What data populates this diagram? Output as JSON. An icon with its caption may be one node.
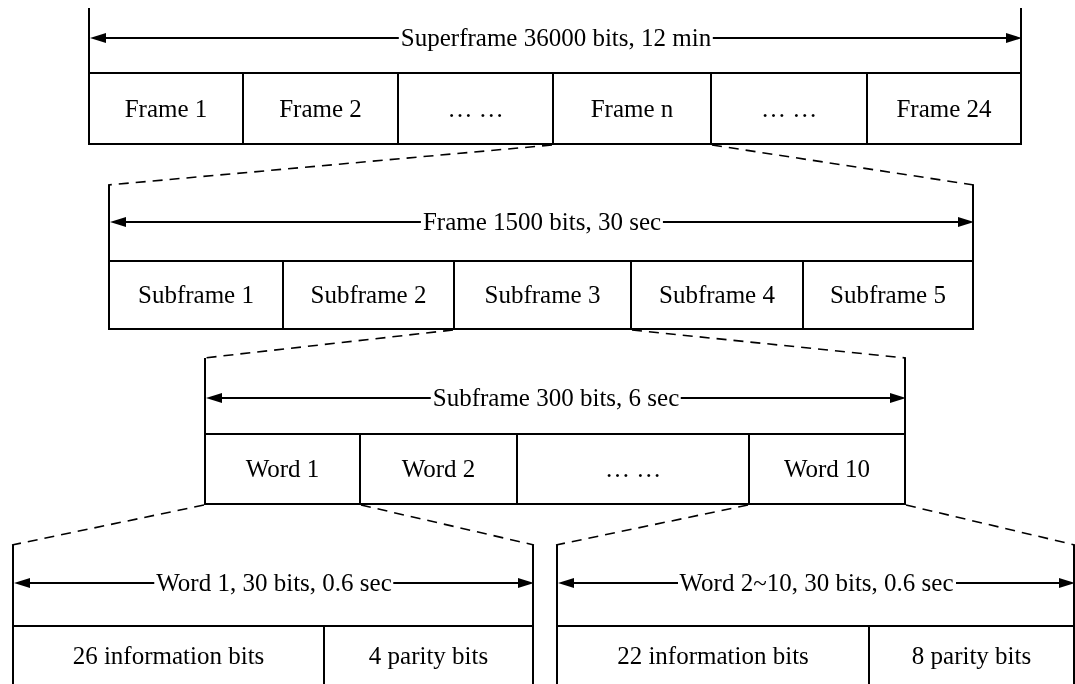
{
  "diagram": {
    "nodes": [
      {
        "text": [],
        "shape": "bar"
      },
      {
        "text": [
          "Frame 1"
        ],
        "in": 0
      },
      {
        "text": [
          "Frame 2"
        ],
        "in": 0
      },
      {
        "text": [
          "… …"
        ],
        "in": 0
      },
      {
        "text": [
          "Frame n"
        ],
        "in": 0
      },
      {
        "text": [
          "… …"
        ],
        "in": 0
      },
      {
        "text": [
          "Frame 24"
        ],
        "in": 0
      },
      {
        "text": [],
        "shape": "bar"
      },
      {
        "text": [
          "Subframe 1"
        ],
        "in": 7
      },
      {
        "text": [
          "Subframe 2"
        ],
        "in": 7
      },
      {
        "text": [
          "Subframe 3"
        ],
        "in": 7
      },
      {
        "text": [
          "Subframe 4"
        ],
        "in": 7
      },
      {
        "text": [
          "Subframe 5"
        ],
        "in": 7
      },
      {
        "text": [],
        "shape": "bar"
      },
      {
        "text": [
          "Word 1"
        ],
        "in": 13
      },
      {
        "text": [
          "Word 2"
        ],
        "in": 13
      },
      {
        "text": [
          "… …"
        ],
        "in": 13
      },
      {
        "text": [
          "Word 10"
        ],
        "in": 13
      },
      {
        "text": [],
        "shape": "bar"
      },
      {
        "text": [
          "26 information bits"
        ],
        "in": 18
      },
      {
        "text": [
          "4 parity bits"
        ],
        "in": 18
      },
      {
        "text": [],
        "shape": "bar"
      },
      {
        "text": [
          "22 information bits"
        ],
        "in": 21
      },
      {
        "text": [
          "8 parity bits"
        ],
        "in": 21
      }
    ],
    "edges": [
      {
        "from": 4,
        "to": 7,
        "arrow": "none",
        "style": "dashed"
      },
      {
        "from": 4,
        "to": 7,
        "arrow": "none",
        "style": "dashed"
      },
      {
        "from": 10,
        "to": 13,
        "arrow": "none",
        "style": "dashed"
      },
      {
        "from": 10,
        "to": 13,
        "arrow": "none",
        "style": "dashed"
      },
      {
        "from": 14,
        "to": 18,
        "arrow": "none",
        "style": "dashed"
      },
      {
        "from": 14,
        "to": 18,
        "arrow": "none",
        "style": "dashed"
      },
      {
        "from": 17,
        "to": 21,
        "arrow": "none",
        "style": "dashed"
      },
      {
        "from": 17,
        "to": 21,
        "arrow": "none",
        "style": "dashed"
      }
    ],
    "labels": [
      "Superframe 36000 bits, 12 min",
      "Frame 1500 bits, 30 sec",
      "Subframe 300 bits, 6 sec",
      "Word 1, 30 bits, 0.6 sec",
      "Word 2~10, 30 bits, 0.6 sec"
    ]
  }
}
